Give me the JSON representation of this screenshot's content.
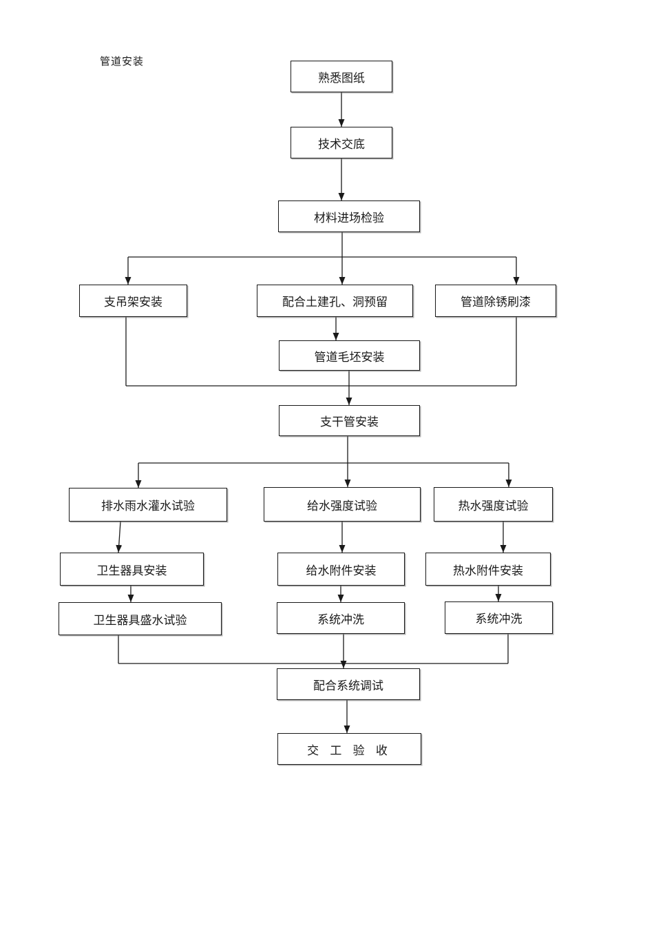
{
  "page_label": "管道安装",
  "flowchart": {
    "type": "flowchart",
    "line_color": "#1a1a1a",
    "box_fill": "#ffffff",
    "box_border_color": "#171717",
    "nodes": [
      {
        "id": "familiarize-drawings",
        "label": "熟悉图纸"
      },
      {
        "id": "technical-disclosure",
        "label": "技术交底"
      },
      {
        "id": "material-entry-inspection",
        "label": "材料进场检验"
      },
      {
        "id": "support-hanger-installation",
        "label": "支吊架安装"
      },
      {
        "id": "civil-holes-openings-reserve",
        "label": "配合土建孔、洞预留"
      },
      {
        "id": "pipe-derust-painting",
        "label": "管道除锈刷漆"
      },
      {
        "id": "pipe-rough-installation",
        "label": "管道毛坯安装"
      },
      {
        "id": "branch-main-pipe-installation",
        "label": "支干管安装"
      },
      {
        "id": "drain-rainwater-filling-test",
        "label": "排水雨水灌水试验"
      },
      {
        "id": "water-supply-strength-test",
        "label": "给水强度试验"
      },
      {
        "id": "hot-water-strength-test",
        "label": "热水强度试验"
      },
      {
        "id": "sanitary-ware-installation",
        "label": "卫生器具安装"
      },
      {
        "id": "water-supply-fitting-install",
        "label": "给水附件安装"
      },
      {
        "id": "hot-water-fitting-install",
        "label": "热水附件安装"
      },
      {
        "id": "sanitary-ware-water-test",
        "label": "卫生器具盛水试验"
      },
      {
        "id": "system-flush-supply",
        "label": "系统冲洗"
      },
      {
        "id": "system-flush-hot",
        "label": "系统冲洗"
      },
      {
        "id": "system-commissioning-support",
        "label": "配合系统调试"
      },
      {
        "id": "handover-acceptance",
        "label": "交 工 验 收"
      }
    ],
    "edges": [
      {
        "from": "familiarize-drawings",
        "to": "technical-disclosure"
      },
      {
        "from": "technical-disclosure",
        "to": "material-entry-inspection"
      },
      {
        "from": "material-entry-inspection",
        "to": "support-hanger-installation"
      },
      {
        "from": "material-entry-inspection",
        "to": "civil-holes-openings-reserve"
      },
      {
        "from": "material-entry-inspection",
        "to": "pipe-derust-painting"
      },
      {
        "from": "civil-holes-openings-reserve",
        "to": "pipe-rough-installation"
      },
      {
        "from": "support-hanger-installation",
        "to": "branch-main-pipe-installation"
      },
      {
        "from": "pipe-rough-installation",
        "to": "branch-main-pipe-installation"
      },
      {
        "from": "pipe-derust-painting",
        "to": "branch-main-pipe-installation"
      },
      {
        "from": "branch-main-pipe-installation",
        "to": "drain-rainwater-filling-test"
      },
      {
        "from": "branch-main-pipe-installation",
        "to": "water-supply-strength-test"
      },
      {
        "from": "branch-main-pipe-installation",
        "to": "hot-water-strength-test"
      },
      {
        "from": "drain-rainwater-filling-test",
        "to": "sanitary-ware-installation"
      },
      {
        "from": "water-supply-strength-test",
        "to": "water-supply-fitting-install"
      },
      {
        "from": "hot-water-strength-test",
        "to": "hot-water-fitting-install"
      },
      {
        "from": "sanitary-ware-installation",
        "to": "sanitary-ware-water-test"
      },
      {
        "from": "water-supply-fitting-install",
        "to": "system-flush-supply"
      },
      {
        "from": "hot-water-fitting-install",
        "to": "system-flush-hot"
      },
      {
        "from": "sanitary-ware-water-test",
        "to": "system-commissioning-support"
      },
      {
        "from": "system-flush-supply",
        "to": "system-commissioning-support"
      },
      {
        "from": "system-flush-hot",
        "to": "system-commissioning-support"
      },
      {
        "from": "system-commissioning-support",
        "to": "handover-acceptance"
      }
    ]
  }
}
